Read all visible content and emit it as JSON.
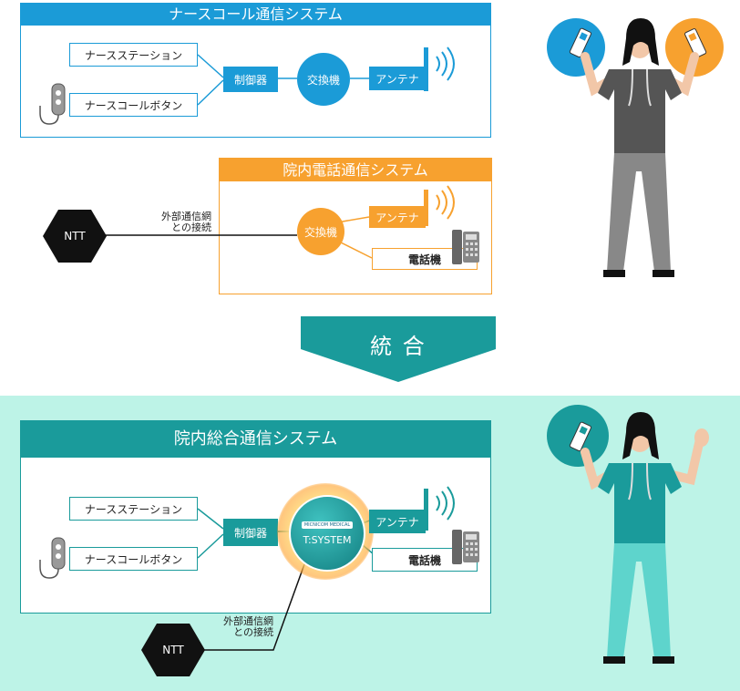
{
  "colors": {
    "blue": "#1b9bd7",
    "orange": "#f7a12f",
    "teal": "#1a9b9b",
    "mint": "#bdf3e7",
    "black": "#111111"
  },
  "nurse_call_system": {
    "title": "ナースコール通信システム",
    "station_label": "ナースステーション",
    "button_label": "ナースコールボタン",
    "controller_label": "制御器",
    "exchange_label": "交換機",
    "antenna_label": "アンテナ"
  },
  "hospital_phone_system": {
    "title": "院内電話通信システム",
    "exchange_label": "交換機",
    "antenna_label": "アンテナ",
    "phone_label": "電話機",
    "external_label_line1": "外部通信網",
    "external_label_line2": "との接続",
    "ntt_label": "NTT"
  },
  "integration": {
    "label": "統 合"
  },
  "integrated_system": {
    "title": "院内総合通信システム",
    "station_label": "ナースステーション",
    "button_label": "ナースコールボタン",
    "controller_label": "制御器",
    "tsystem_brand": "MICNICOM MEDICAL",
    "tsystem_label": "T:SYSTEM",
    "antenna_label": "アンテナ",
    "phone_label": "電話機",
    "external_label_line1": "外部通信網",
    "external_label_line2": "との接続",
    "ntt_label": "NTT"
  },
  "icons": [
    "nurse-call-handset-icon",
    "antenna-signal-icon",
    "desk-phone-icon",
    "mobile-phone-icon",
    "nurse-figure-icon"
  ]
}
